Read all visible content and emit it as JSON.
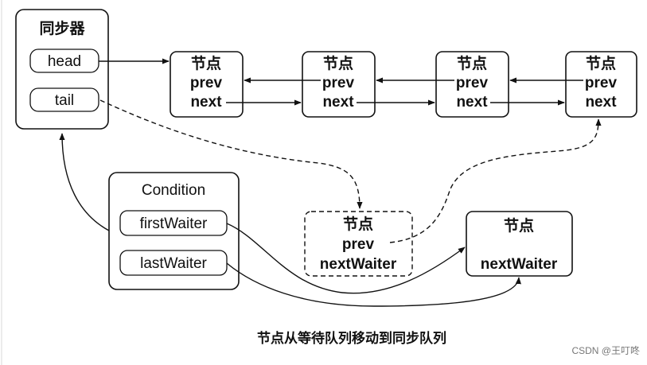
{
  "sync": {
    "title": "同步器",
    "head": "head",
    "tail": "tail"
  },
  "queue_nodes": [
    {
      "title": "节点",
      "prev": "prev",
      "next": "next"
    },
    {
      "title": "节点",
      "prev": "prev",
      "next": "next"
    },
    {
      "title": "节点",
      "prev": "prev",
      "next": "next"
    },
    {
      "title": "节点",
      "prev": "prev",
      "next": "next"
    }
  ],
  "condition": {
    "title": "Condition",
    "first": "firstWaiter",
    "last": "lastWaiter"
  },
  "moving_node": {
    "title": "节点",
    "prev": "prev",
    "nextWaiter": "nextWaiter"
  },
  "waiting_node": {
    "title": "节点",
    "nextWaiter": "nextWaiter"
  },
  "caption": "节点从等待队列移动到同步队列",
  "watermark": "CSDN @王叮咚"
}
